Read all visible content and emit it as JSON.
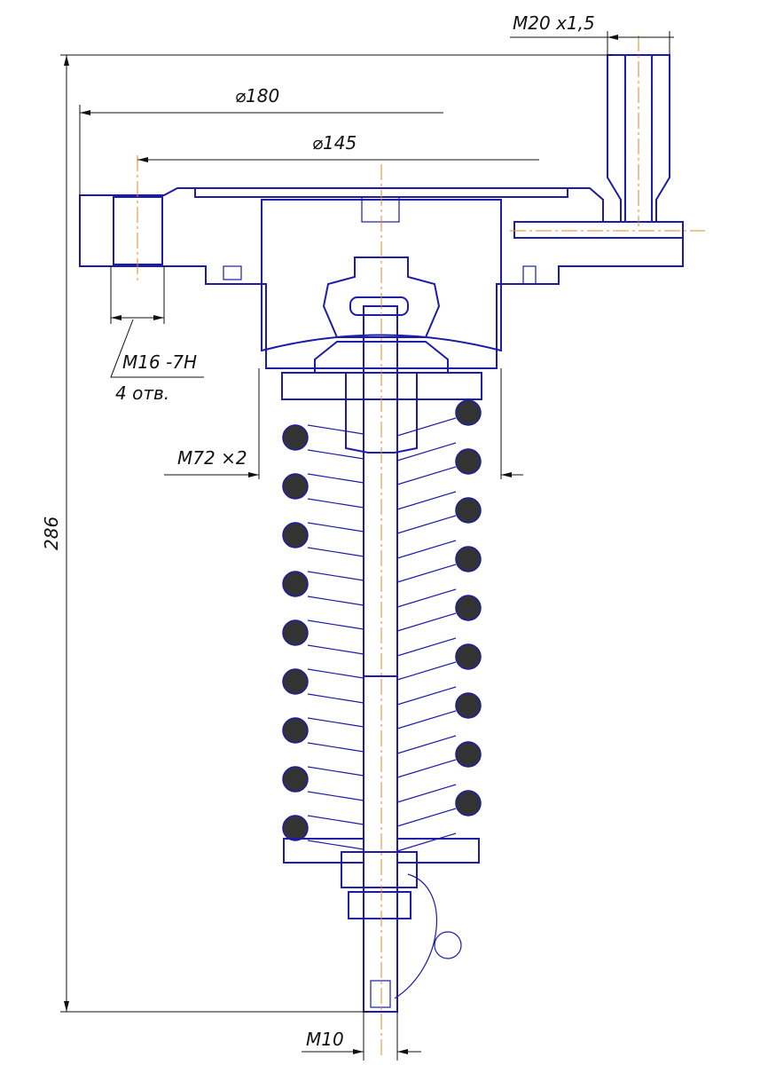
{
  "drawing": {
    "dimensions": {
      "thread_top": "M20 x1,5",
      "dia_outer": "⌀180",
      "dia_bolt_circle": "⌀145",
      "thread_holes": "M16 -7H",
      "holes_count": "4 отв.",
      "thread_body": "M72 ×2",
      "height_total": "286",
      "thread_rod": "M10"
    },
    "colors": {
      "outline": "#1c1ca8",
      "centerline": "#e08a20",
      "dimension": "#111111"
    }
  }
}
